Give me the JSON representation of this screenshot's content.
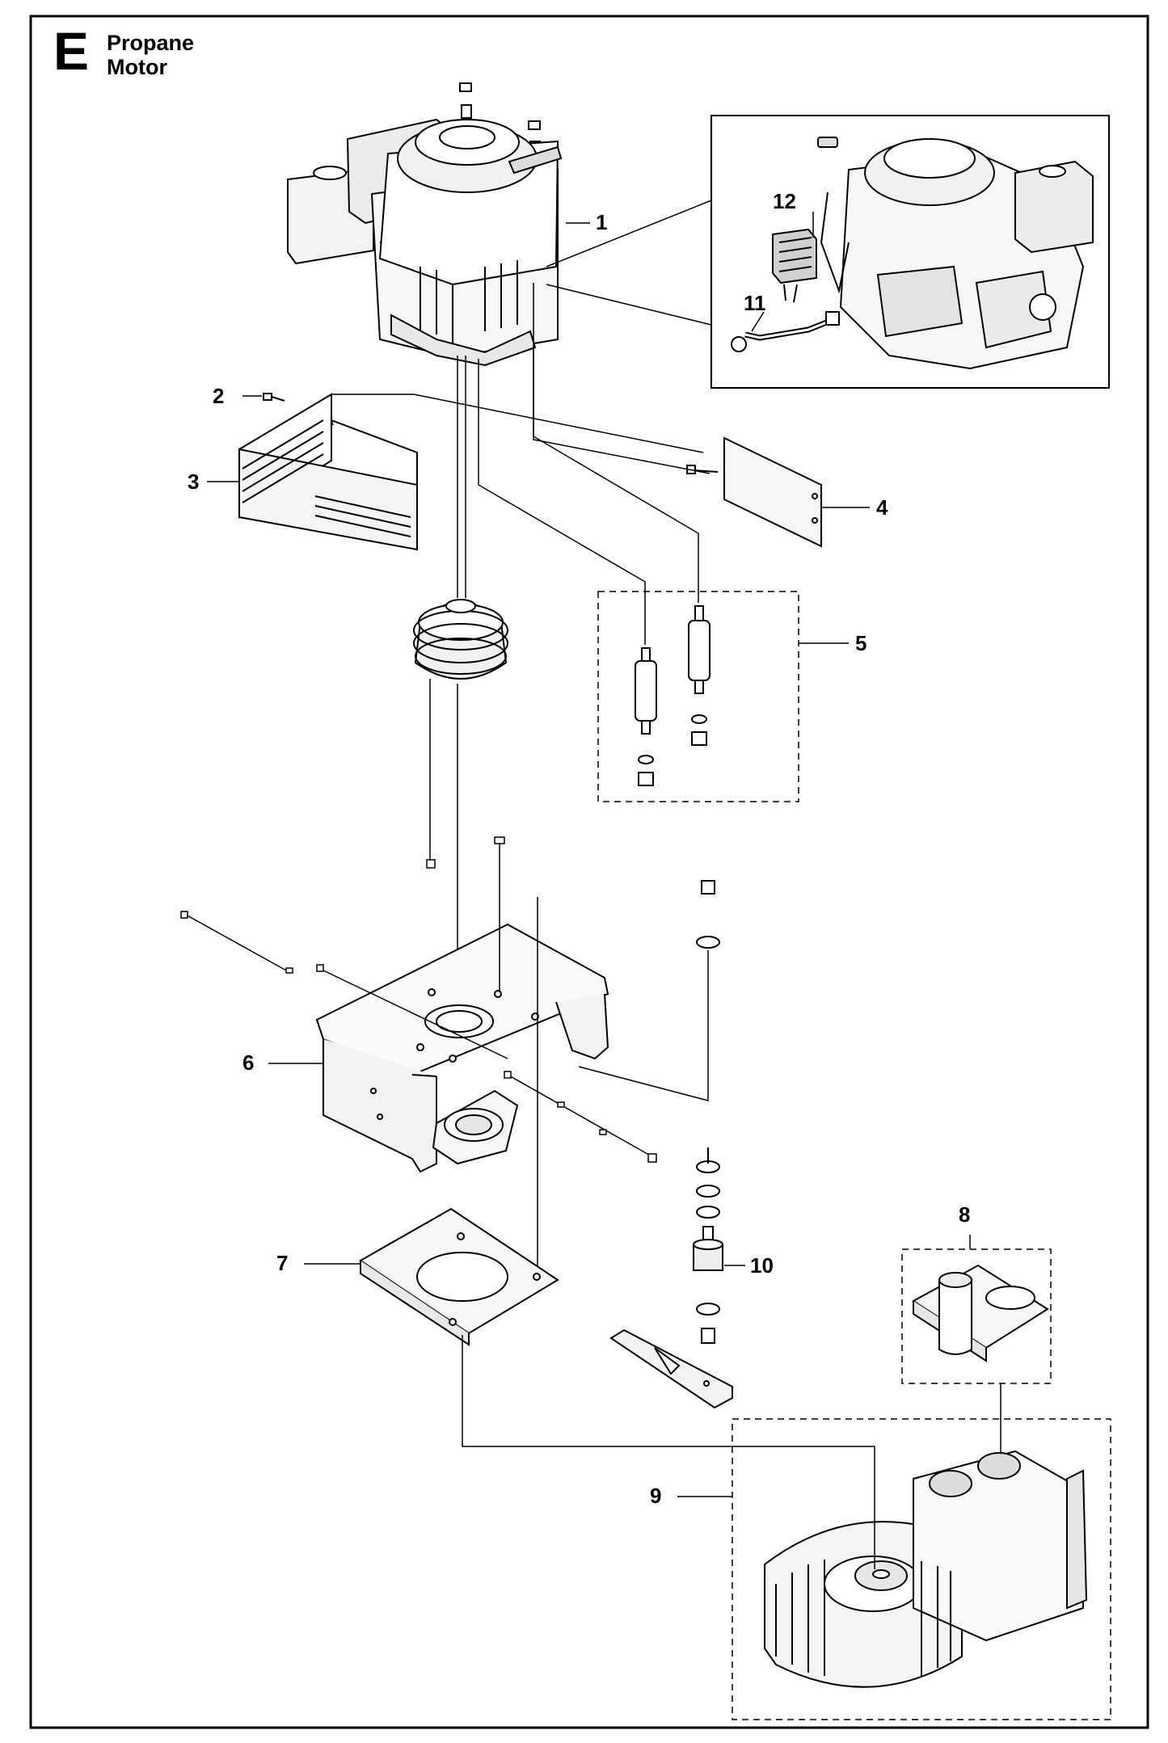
{
  "header": {
    "section_letter": "E",
    "title_line1": "Propane",
    "title_line2": "Motor"
  },
  "callouts": [
    {
      "id": "c1",
      "label": "1"
    },
    {
      "id": "c2",
      "label": "2"
    },
    {
      "id": "c3",
      "label": "3"
    },
    {
      "id": "c4",
      "label": "4"
    },
    {
      "id": "c5",
      "label": "5"
    },
    {
      "id": "c6",
      "label": "6"
    },
    {
      "id": "c7",
      "label": "7"
    },
    {
      "id": "c8",
      "label": "8"
    },
    {
      "id": "c9",
      "label": "9"
    },
    {
      "id": "c10",
      "label": "10"
    },
    {
      "id": "c11",
      "label": "11"
    },
    {
      "id": "c12",
      "label": "12"
    }
  ]
}
